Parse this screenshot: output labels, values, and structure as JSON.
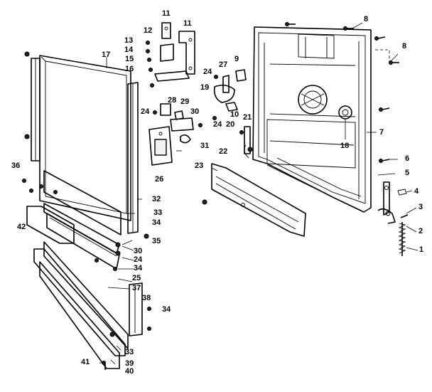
{
  "diagram": {
    "callouts": [
      "1",
      "2",
      "3",
      "4",
      "5",
      "6",
      "7",
      "8",
      "8",
      "9",
      "10",
      "11",
      "12",
      "13",
      "14",
      "15",
      "16",
      "17",
      "18",
      "19",
      "20",
      "21",
      "22",
      "23",
      "24",
      "24",
      "24",
      "24",
      "25",
      "26",
      "27",
      "28",
      "29",
      "30",
      "30",
      "31",
      "32",
      "33",
      "33",
      "34",
      "34",
      "34",
      "35",
      "36",
      "37",
      "38",
      "39",
      "40",
      "41",
      "42"
    ]
  },
  "colors": {
    "line": "#000000",
    "background": "#ffffff"
  }
}
